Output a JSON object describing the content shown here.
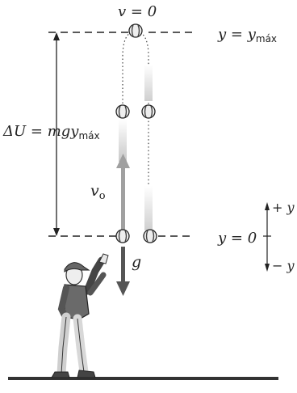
{
  "labels": {
    "v_top": "v = 0",
    "y_max": "y = y",
    "y_max_sub": "máx",
    "delta_u": "ΔU = mgy",
    "delta_u_sub": "máx",
    "v0": "v",
    "v0_sub": "o",
    "g": "g",
    "y_zero": "y = 0",
    "plus_y": "+ y",
    "minus_y": "− y"
  },
  "colors": {
    "line": "#222222",
    "arrow_gray": "#a0a0a0",
    "arrow_dark": "#555555",
    "trail": "#d9d9d9",
    "ground": "#333333"
  }
}
